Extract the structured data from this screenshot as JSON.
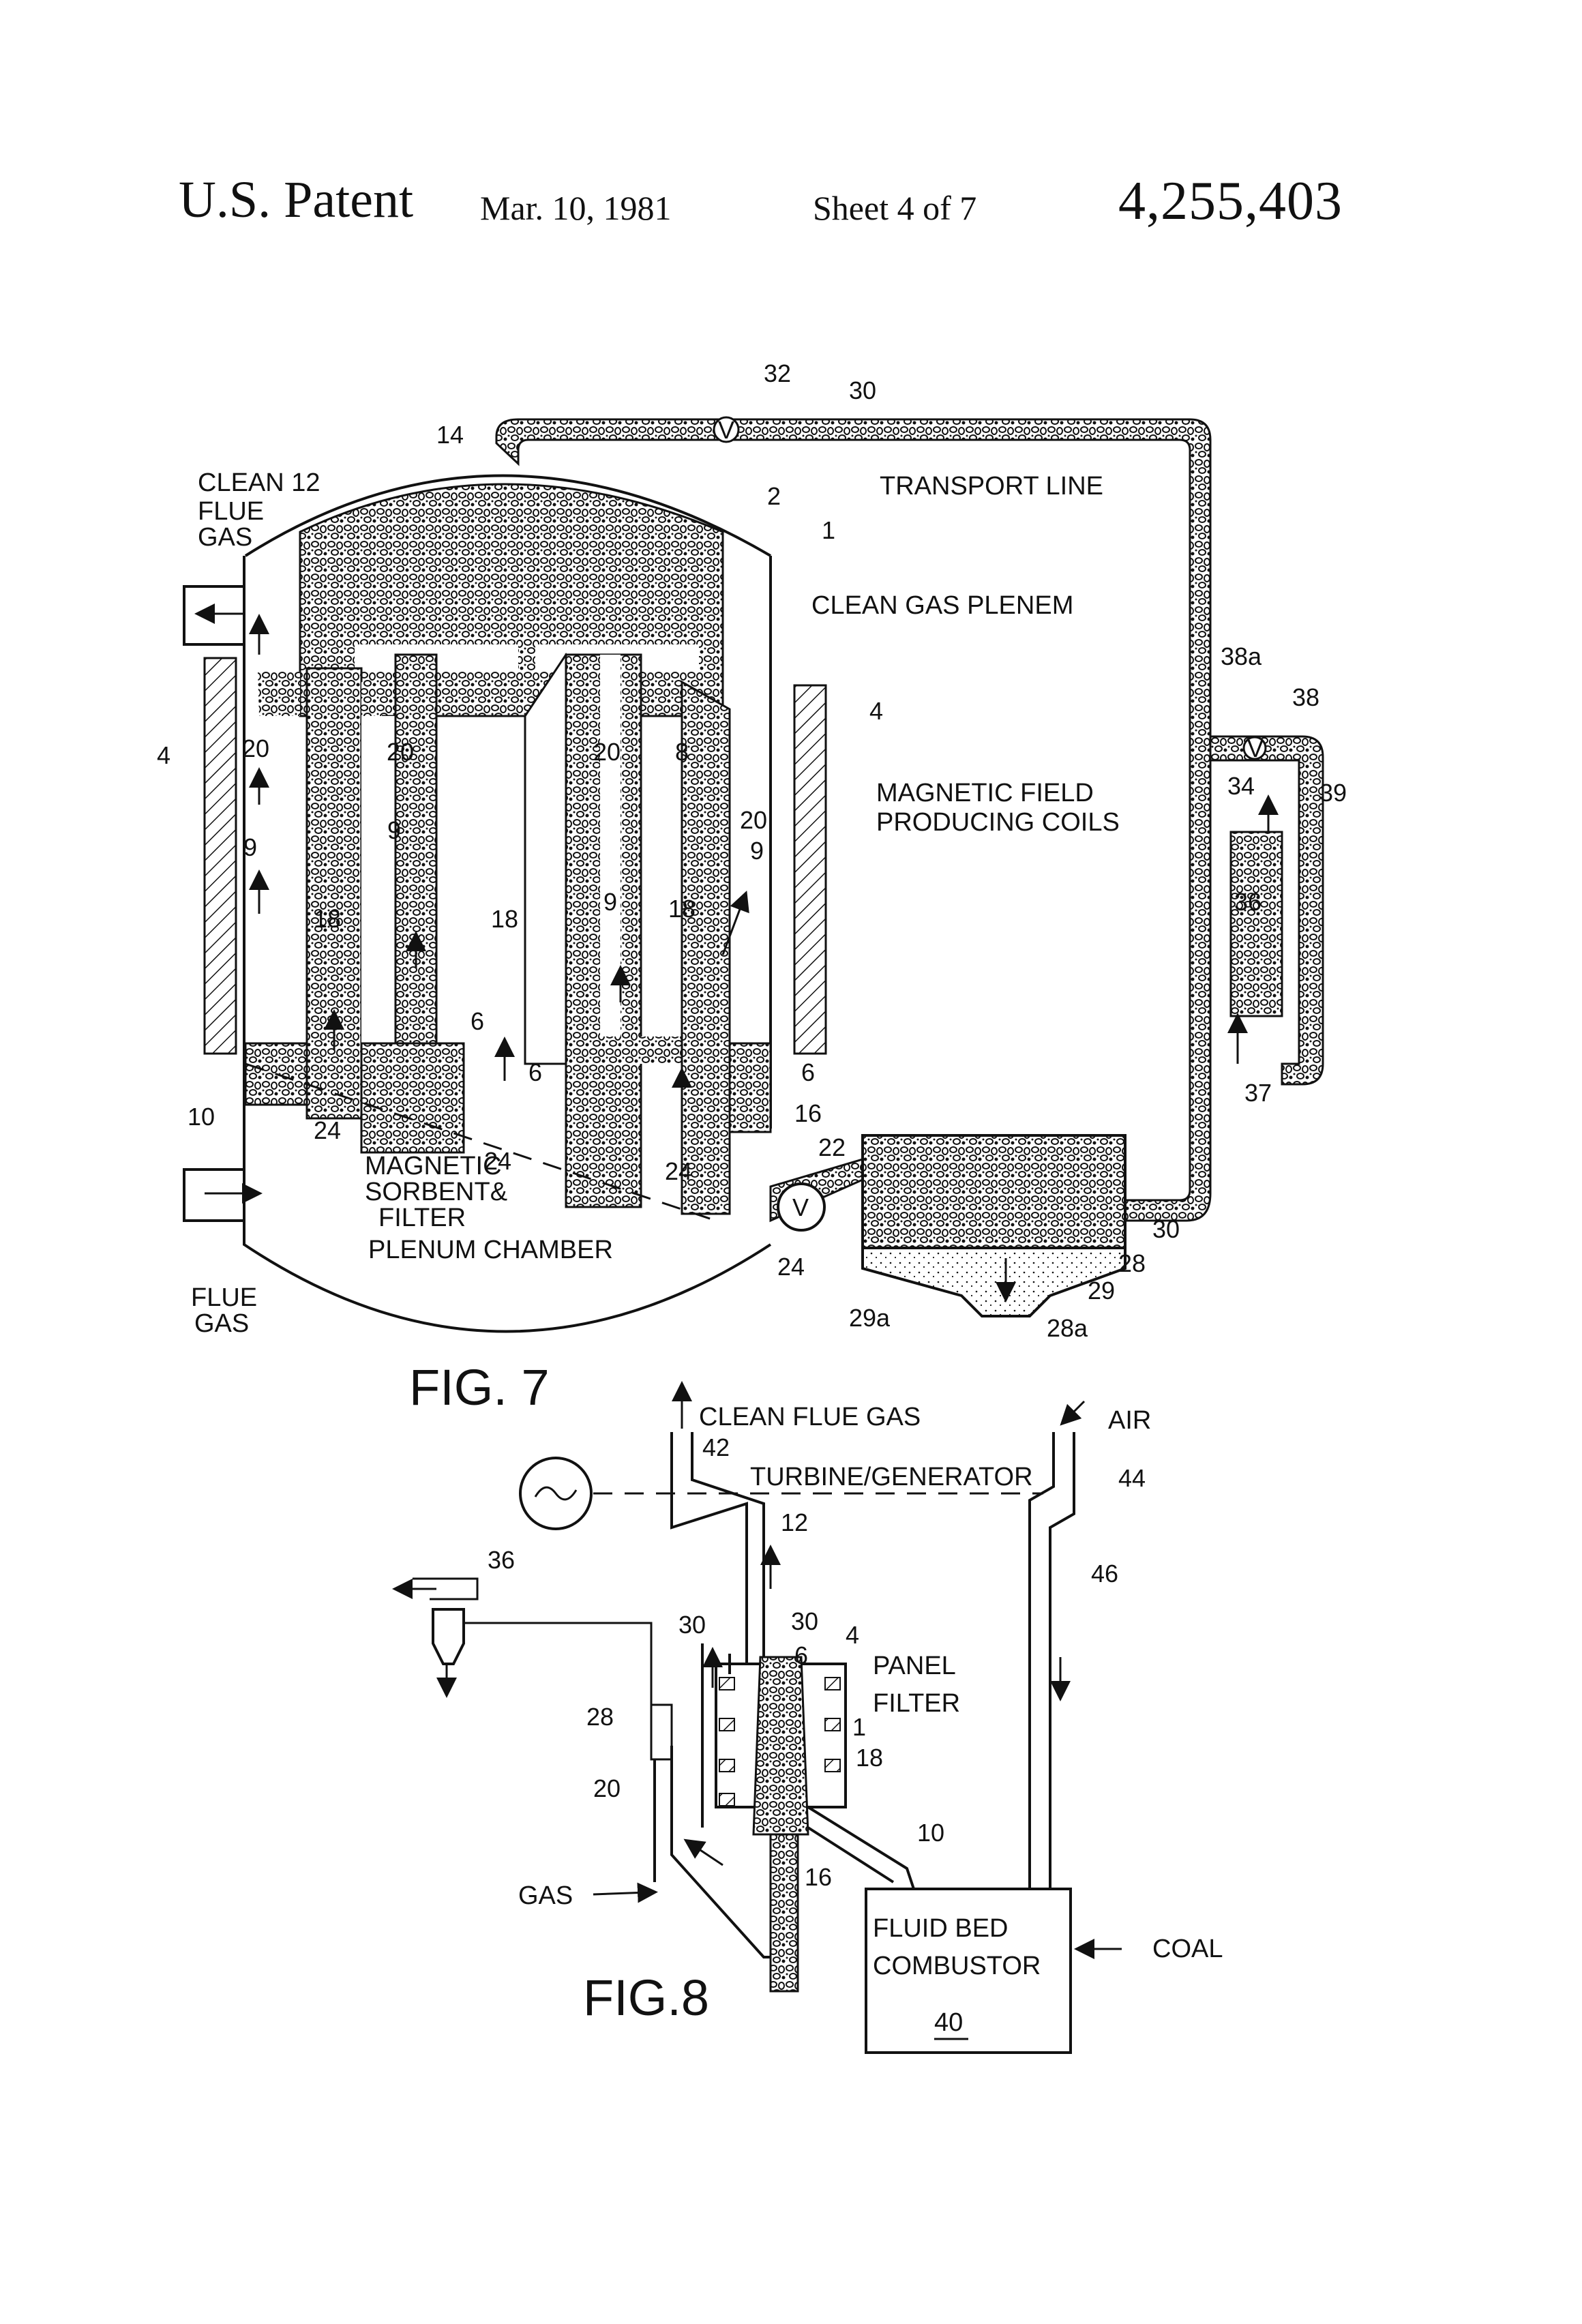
{
  "header": {
    "patent": "U.S. Patent",
    "date": "Mar. 10, 1981",
    "sheet": "Sheet 4 of 7",
    "number": "4,255,403"
  },
  "fig7": {
    "title": "FIG. 7",
    "labels": {
      "clean_flue_gas": [
        "CLEAN 12",
        "FLUE",
        "GAS"
      ],
      "transport_line": "TRANSPORT LINE",
      "clean_gas_plenem": "CLEAN GAS PLENEM",
      "magnetic_field": [
        "MAGNETIC FIELD",
        "PRODUCING COILS"
      ],
      "magnetic_sorbent": [
        "MAGNETIC",
        "SORBENT&",
        "FILTER"
      ],
      "plenum_chamber": "PLENUM CHAMBER",
      "flue_gas": [
        "FLUE",
        "GAS"
      ]
    },
    "refs": {
      "r1": "1",
      "r2": "2",
      "r4a": "4",
      "r4b": "4",
      "r6a": "6",
      "r6b": "6",
      "r6c": "6",
      "r8": "8",
      "r9a": "9",
      "r9b": "9",
      "r9c": "9",
      "r9d": "9",
      "r10": "10",
      "r14": "14",
      "r16": "16",
      "r18a": "18",
      "r18b": "18",
      "r18c": "18",
      "r20a": "20",
      "r20b": "20",
      "r20c": "20",
      "r20d": "20",
      "r22": "22",
      "r24a": "24",
      "r24b": "24",
      "r24c": "24",
      "r24d": "24",
      "r28": "28",
      "r28a": "28a",
      "r29": "29",
      "r29a": "29a",
      "r30a": "30",
      "r30b": "30",
      "r32": "32",
      "r34": "34",
      "r36": "36",
      "r37": "37",
      "r38": "38",
      "r38a": "38a",
      "r39": "39",
      "valve_v1": "V",
      "valve_v2": "V",
      "valve_v3": "V"
    }
  },
  "fig8": {
    "title": "FIG.8",
    "labels": {
      "clean_flue_gas": "CLEAN FLUE GAS",
      "air": "AIR",
      "turbine": "TURBINE/GENERATOR",
      "panel_filter": [
        "PANEL",
        "FILTER"
      ],
      "gas": "GAS",
      "fluid_bed_combustor": [
        "FLUID BED",
        "COMBUSTOR"
      ],
      "combustor_ref": "40",
      "coal": "COAL"
    },
    "refs": {
      "r42": "42",
      "r44": "44",
      "r12": "12",
      "r46": "46",
      "r36": "36",
      "r30a": "30",
      "r30b": "30",
      "r6": "6",
      "r4": "4",
      "r1": "1",
      "r28": "28",
      "r18": "18",
      "r20": "20",
      "r10": "10",
      "r16": "16"
    }
  }
}
